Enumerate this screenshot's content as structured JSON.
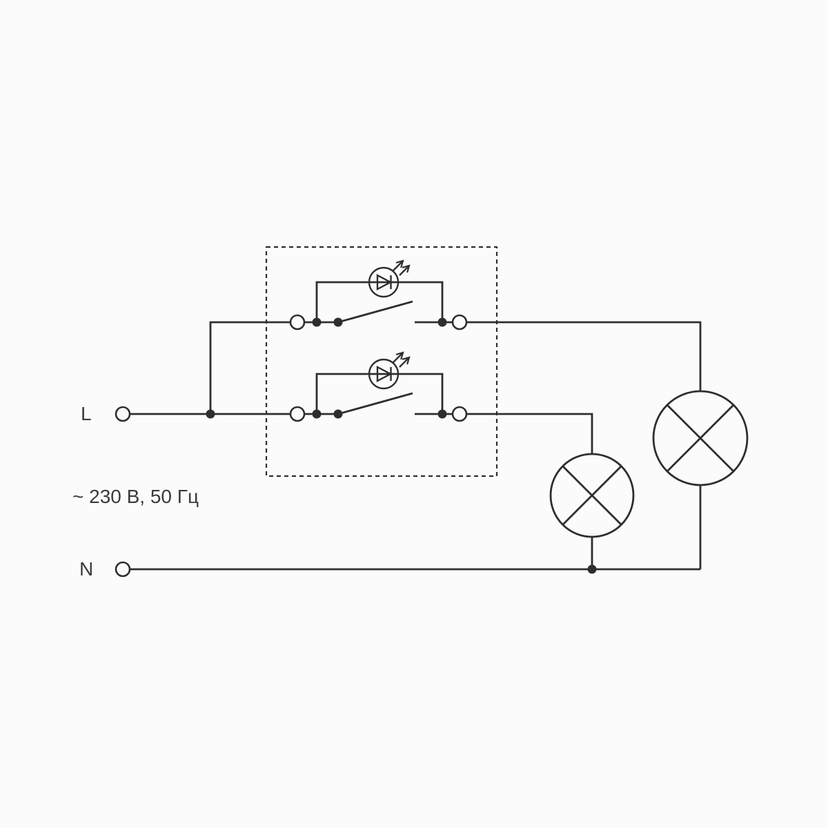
{
  "diagram": {
    "type": "wiring-diagram",
    "labels": {
      "live": "L",
      "neutral": "N",
      "rating": "~ 230 В, 50 Гц"
    },
    "colors": {
      "background": "#fbfbfb",
      "line": "#2e2e2e",
      "text": "#3b3b3b"
    },
    "icons": {
      "led": "led-indicator-icon",
      "lamp": "lamp-icon",
      "terminal": "terminal-icon",
      "switch": "switch-blade",
      "junction": "junction-dot"
    }
  }
}
